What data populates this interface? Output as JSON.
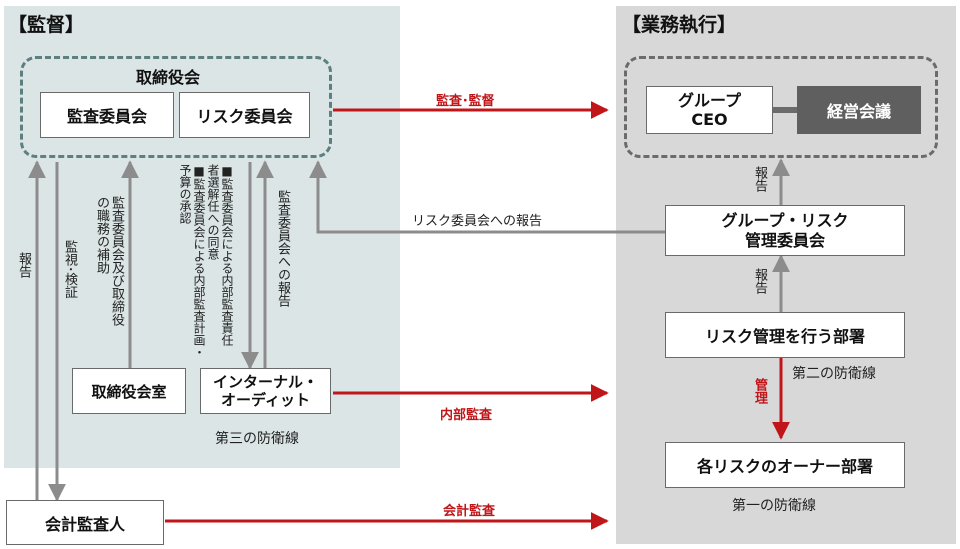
{
  "left_panel": {
    "title": "【監督】",
    "bg": "#dbe5e6"
  },
  "right_panel": {
    "title": "【業務執行】",
    "bg": "#d8d8d8"
  },
  "board": {
    "title": "取締役会",
    "audit_committee": "監査委員会",
    "risk_committee": "リスク委員会"
  },
  "executive": {
    "group_ceo": "グループ\nCEO",
    "management_meeting": "経営会議"
  },
  "grmc": "グループ・リスク\n管理委員会",
  "risk_mgmt_dept": "リスク管理を行う部署",
  "risk_owner_dept": "各リスクのオーナー部署",
  "board_office": "取締役会室",
  "internal_audit": "インターナル・\nオーディット",
  "external_auditor": "会計監査人",
  "lines_of_defense": {
    "first": "第一の防衛線",
    "second": "第二の防衛線",
    "third": "第三の防衛線"
  },
  "flows": {
    "audit_supervision": "監査･監督",
    "internal_audit": "内部監査",
    "accounting_audit": "会計監査",
    "report_to_risk_committee": "リスク委員会への報告",
    "report_ceo": "報告",
    "report_grmc": "報告",
    "manage": "管理",
    "report_left": "報告",
    "monitor_verify": "監視･検証",
    "assist_duties": "監査委員会及び取締役\nの職務の補助",
    "consent_items": "■監査委員会による内部監査責任\n者選解任への同意\n■監査委員会による内部監査計画・\n予算の承認",
    "report_to_audit_committee": "監査委員会への報告"
  },
  "colors": {
    "red_arrow": "#c0161a",
    "gray_arrow": "#8c8c8c",
    "dark_box": "#5f5f5f"
  }
}
